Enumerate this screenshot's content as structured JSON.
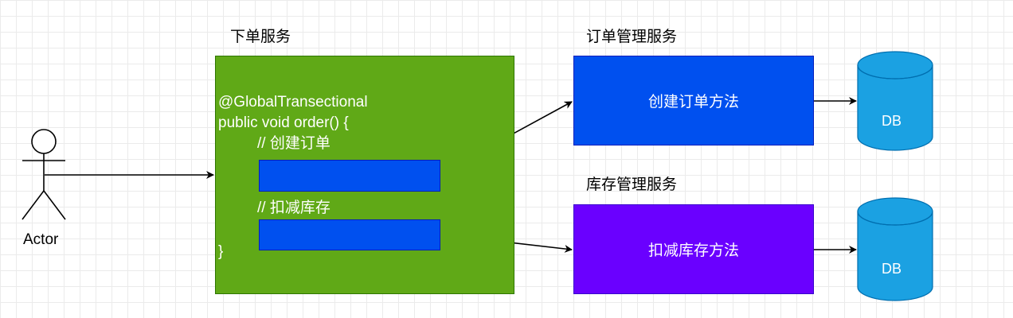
{
  "actor": {
    "label": "Actor"
  },
  "order_service": {
    "title": "下单服务",
    "code_line1": "@GlobalTransectional",
    "code_line2": "public void order() {",
    "comment_create": "// 创建订单",
    "comment_deduct": "// 扣减库存",
    "code_close": "}"
  },
  "order_mgmt_service": {
    "title": "订单管理服务",
    "method": "创建订单方法"
  },
  "stock_mgmt_service": {
    "title": "库存管理服务",
    "method": "扣减库存方法"
  },
  "databases": [
    {
      "label": "DB"
    },
    {
      "label": "DB"
    }
  ],
  "colors": {
    "order_service_fill": "#60a917",
    "method_fill": "#0050ef",
    "stock_method_fill": "#6a00ff",
    "db_fill": "#1ba1e2"
  }
}
